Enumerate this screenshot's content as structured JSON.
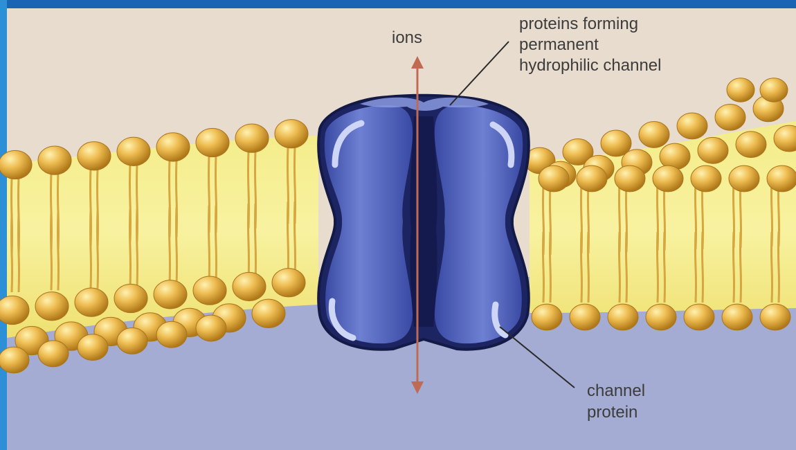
{
  "labels": {
    "ions": "ions",
    "channel_forming": [
      "proteins forming",
      "permanent",
      "hydrophilic channel"
    ],
    "channel_protein": [
      "channel",
      "protein"
    ]
  },
  "colors": {
    "page_background": "#ffffff",
    "title_bar": "#1a64b4",
    "left_accent": "#2d8fd6",
    "extracellular": "#e8dccf",
    "cytoplasm": "#a4acd4",
    "membrane_core": "#f2e878",
    "phospholipid_head": "#e0ac40",
    "phospholipid_tail": "#d6a640",
    "protein": "#4d5fb8",
    "protein_dark": "#1c2462",
    "ion_arrow": "#c06a54",
    "leader_line": "#2a2a2a"
  }
}
